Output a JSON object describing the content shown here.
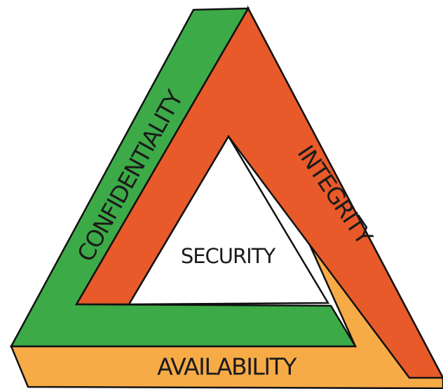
{
  "labels": {
    "left": "CONFIDENTIALITY",
    "right": "INTEGRITY",
    "bottom": "AVAILABILITY",
    "center": "SECURITY"
  },
  "colors": {
    "left_band": "#3daa48",
    "right_band": "#e85a2a",
    "bottom_band": "#f7ab47",
    "outline": "#111111",
    "background": "#ffffff"
  }
}
